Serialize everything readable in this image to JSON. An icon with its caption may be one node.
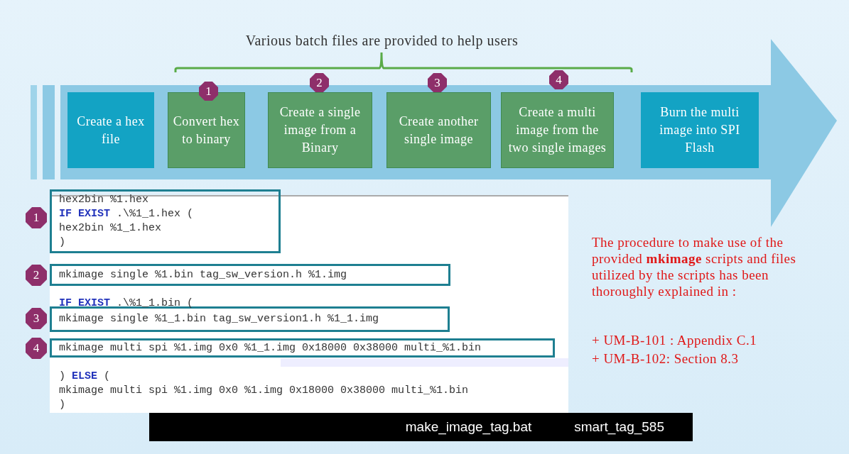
{
  "diagram": {
    "title": "Various batch files are provided to help users",
    "nodes": [
      {
        "text": [
          "Create a hex file"
        ]
      },
      {
        "text": [
          "Convert hex to binary"
        ]
      },
      {
        "text": [
          "Create a single image from a Binary"
        ]
      },
      {
        "text": [
          "Create another single image"
        ]
      },
      {
        "text": [
          "Create a multi image from the two single images"
        ]
      },
      {
        "text": [
          "Burn the multi image into SPI Flash"
        ]
      },
      {
        "text": [
          "1"
        ]
      },
      {
        "text": [
          "2"
        ]
      },
      {
        "text": [
          "3"
        ]
      },
      {
        "text": [
          "4"
        ]
      },
      {
        "text": [
          "1"
        ]
      },
      {
        "text": [
          "2"
        ]
      },
      {
        "text": [
          "3"
        ]
      },
      {
        "text": [
          "4"
        ]
      },
      {
        "text": [
          "hex2bin %1.hex",
          "**IF EXIST** .\\%1_1.hex (",
          "hex2bin %1_1.hex",
          ")"
        ]
      },
      {
        "text": [
          "mkimage single %1.bin tag_sw_version.h %1.img"
        ]
      },
      {
        "text": [
          "mkimage single %1_1.bin tag_sw_version1.h %1_1.img"
        ]
      },
      {
        "text": [
          "mkimage multi spi %1.img 0x0 %1_1.img 0x18000 0x38000 multi_%1.bin"
        ]
      },
      {
        "text": [
          "make_image_tag.bat",
          "smart_tag_585"
        ]
      }
    ],
    "labels": [
      "**IF EXIST** .\\%1_1.bin (",
      ") **ELSE** (",
      "mkimage multi spi %1.img 0x0 %1.img 0x18000 0x38000 multi_%1.bin",
      ")",
      "The procedure to make use of the provided **mkimage** scripts and files utilized by the scripts has been thoroughly explained in :",
      "+ UM-B-101 : Appendix C.1",
      "+ UM-B-102: Section 8.3"
    ]
  }
}
